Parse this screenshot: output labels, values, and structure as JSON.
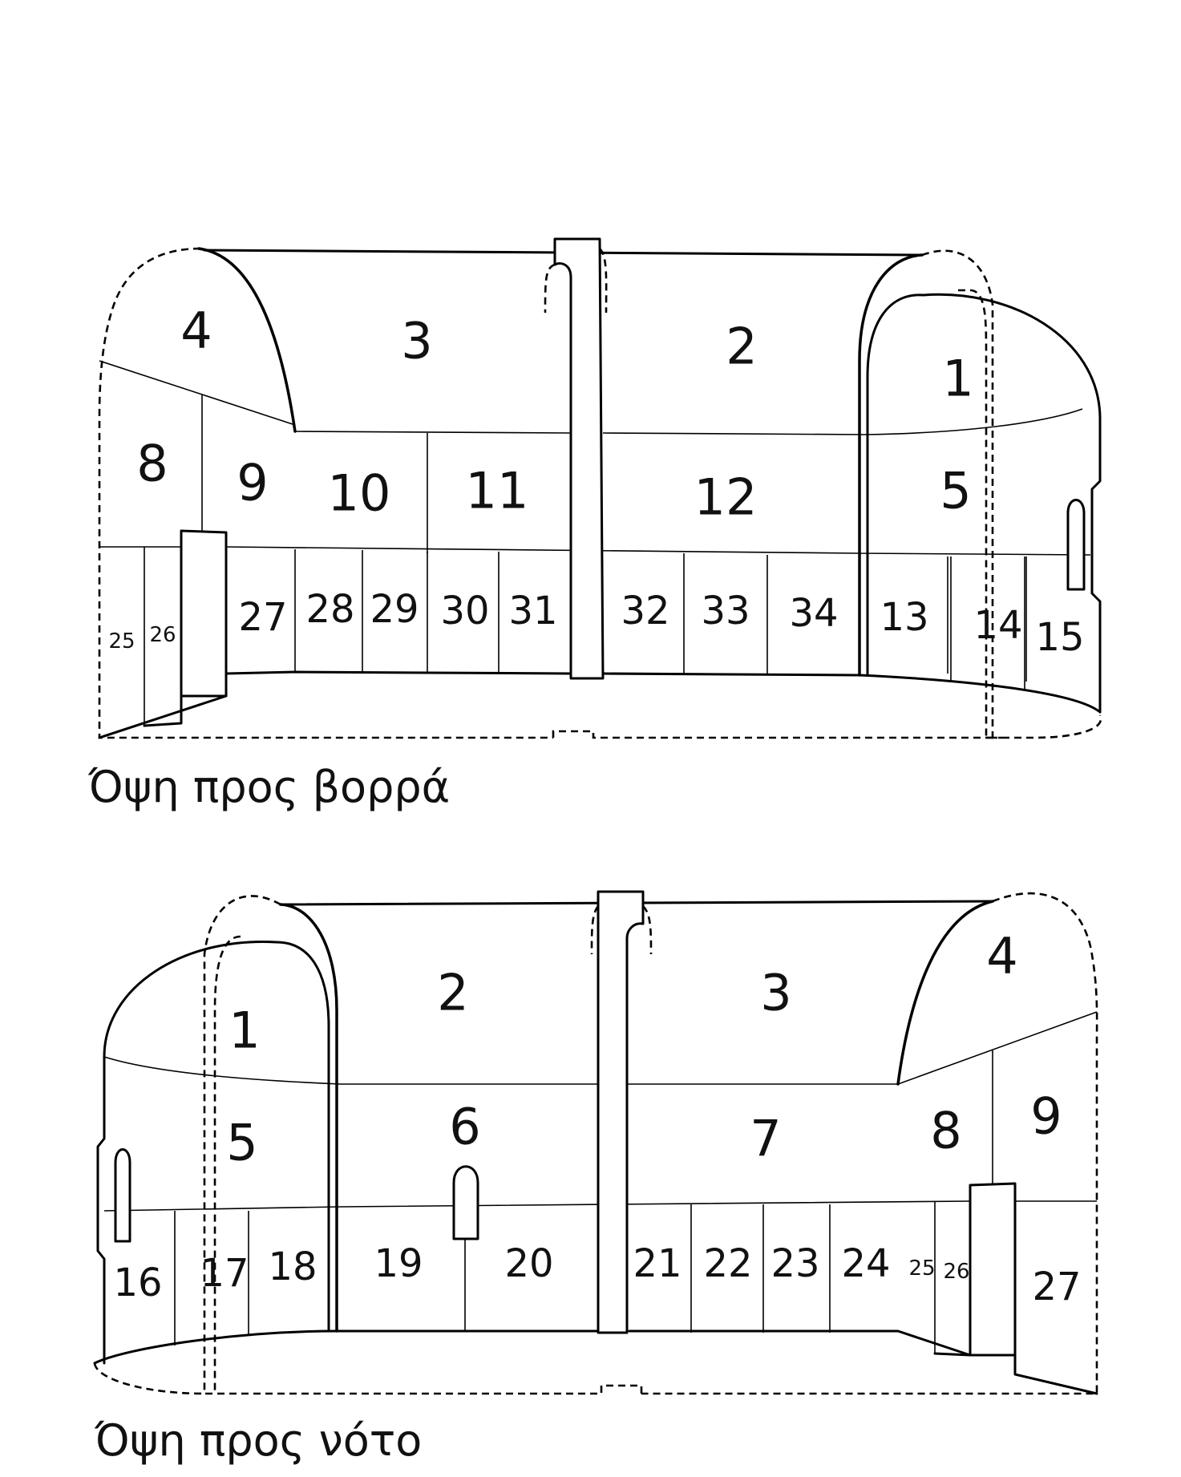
{
  "north_view": {
    "caption": "Όψη προς βορρά",
    "fields": [
      "4",
      "3",
      "2",
      "1",
      "8",
      "9",
      "10",
      "11",
      "12",
      "5",
      "25",
      "26",
      "27",
      "28",
      "29",
      "30",
      "31",
      "32",
      "33",
      "34",
      "13",
      "14",
      "15"
    ]
  },
  "south_view": {
    "caption": "Όψη προς νότο",
    "fields": [
      "2",
      "3",
      "4",
      "1",
      "5",
      "6",
      "7",
      "8",
      "9",
      "16",
      "17",
      "18",
      "19",
      "20",
      "21",
      "22",
      "23",
      "24",
      "25",
      "26",
      "27"
    ]
  }
}
